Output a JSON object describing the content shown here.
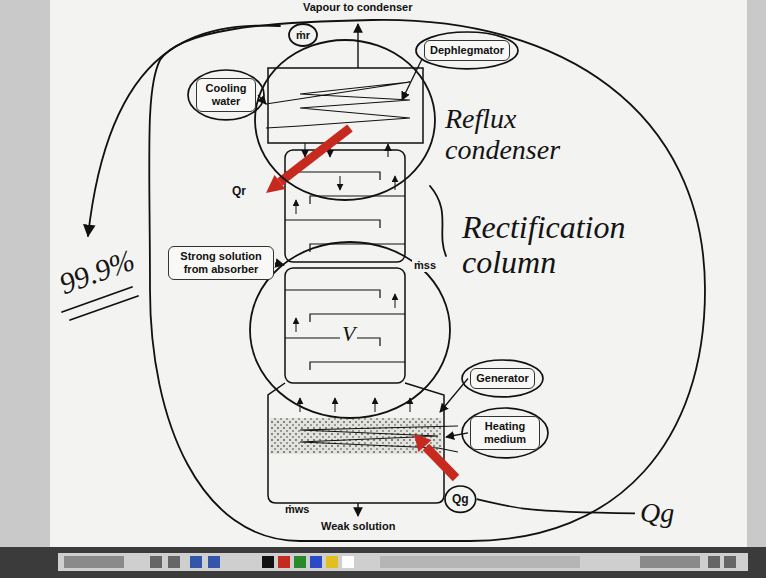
{
  "diagram": {
    "nodes": [
      {
        "text": [
          "Cooling water"
        ]
      },
      {
        "text": [
          "Dephlegmator"
        ]
      },
      {
        "text": [
          "Strong solution from absorber"
        ]
      },
      {
        "text": [
          "Generator"
        ]
      },
      {
        "text": [
          "Heating medium"
        ]
      }
    ],
    "labels": [
      "Vapour to condenser",
      "ṁr",
      "Reflux condenser",
      "Rectification column",
      "Qr",
      "99.9%",
      "ṁss",
      "V",
      "Qg",
      "Qg",
      "ṁws",
      "Weak solution"
    ]
  }
}
